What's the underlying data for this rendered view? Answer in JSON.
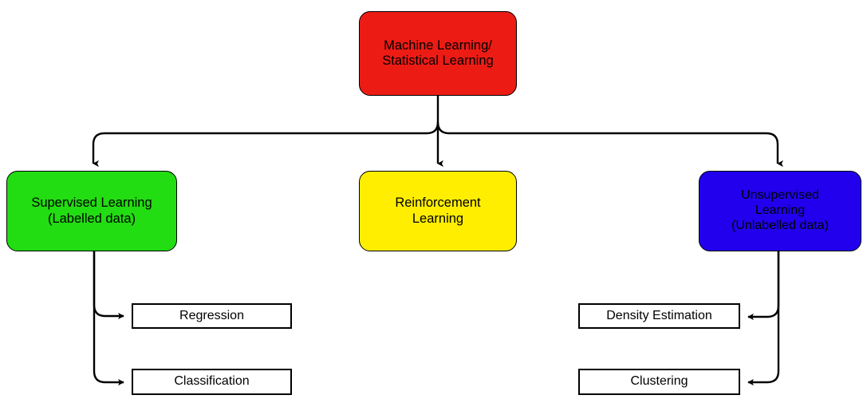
{
  "diagram": {
    "title": "Machine Learning / Statistical Learning taxonomy",
    "background_color": "#ffffff",
    "edge_color": "#000000",
    "nodes": {
      "root": {
        "label": "Machine Learning/\nStatistical Learning",
        "fill_color": "#ec1c15",
        "text_color": "#000000",
        "shape": "rounded-rectangle"
      },
      "supervised": {
        "label": "Supervised Learning\n(Labelled data)",
        "fill_color": "#22dd11",
        "text_color": "#000000",
        "shape": "rounded-rectangle"
      },
      "reinforcement": {
        "label": "Reinforcement\nLearning",
        "fill_color": "#ffee00",
        "text_color": "#000000",
        "shape": "rounded-rectangle"
      },
      "unsupervised": {
        "label": "Unsupervised\nLearning\n(Unlabelled data)",
        "fill_color": "#2200ee",
        "text_color": "#000000",
        "shape": "rounded-rectangle"
      },
      "regression": {
        "label": "Regression",
        "fill_color": "#ffffff",
        "text_color": "#000000",
        "shape": "rectangle"
      },
      "classification": {
        "label": "Classification",
        "fill_color": "#ffffff",
        "text_color": "#000000",
        "shape": "rectangle"
      },
      "density_estimation": {
        "label": "Density Estimation",
        "fill_color": "#ffffff",
        "text_color": "#000000",
        "shape": "rectangle"
      },
      "clustering": {
        "label": "Clustering",
        "fill_color": "#ffffff",
        "text_color": "#000000",
        "shape": "rectangle"
      }
    },
    "edges": [
      {
        "from": "root",
        "to": "supervised",
        "style": "orthogonal-arrow"
      },
      {
        "from": "root",
        "to": "reinforcement",
        "style": "straight-arrow"
      },
      {
        "from": "root",
        "to": "unsupervised",
        "style": "orthogonal-arrow"
      },
      {
        "from": "supervised",
        "to": "regression",
        "style": "orthogonal-arrow"
      },
      {
        "from": "supervised",
        "to": "classification",
        "style": "orthogonal-arrow"
      },
      {
        "from": "unsupervised",
        "to": "density_estimation",
        "style": "orthogonal-arrow"
      },
      {
        "from": "unsupervised",
        "to": "clustering",
        "style": "orthogonal-arrow"
      }
    ]
  }
}
